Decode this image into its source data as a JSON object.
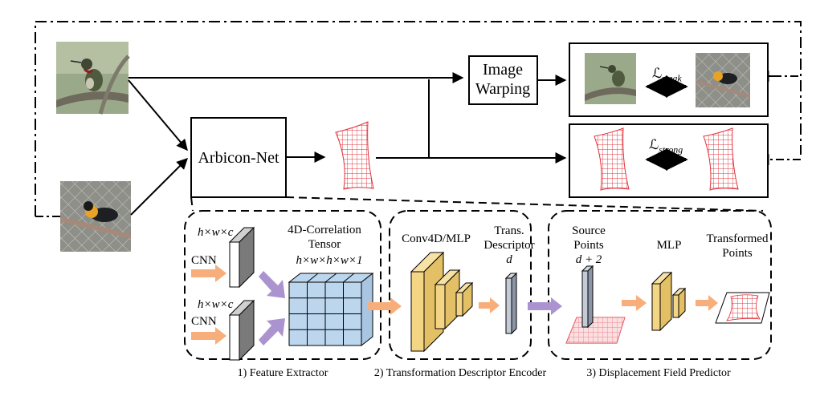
{
  "diagram": {
    "top_nodes": {
      "arbicon_net": "Arbicon-Net",
      "image_warping_line1": "Image",
      "image_warping_line2": "Warping"
    },
    "losses": {
      "weak_symbol": "ℒ",
      "weak_sub": "weak",
      "strong_symbol": "ℒ",
      "strong_sub": "strong"
    },
    "feature_extractor": {
      "dims_top": "h×w×c",
      "dims_bottom": "h×w×c",
      "cnn_top": "CNN",
      "cnn_bottom": "CNN",
      "tensor_title_line1": "4D-Correlation",
      "tensor_title_line2": "Tensor",
      "tensor_dims": "h×w×h×w×1",
      "caption": "1) Feature Extractor"
    },
    "descriptor_encoder": {
      "conv_label": "Conv4D/MLP",
      "trans_line1": "Trans.",
      "trans_line2": "Descriptor",
      "trans_symbol": "d",
      "caption": "2) Transformation Descriptor Encoder"
    },
    "displacement_predictor": {
      "source_line1": "Source",
      "source_line2": "Points",
      "source_dims": "d + 2",
      "mlp_label": "MLP",
      "transformed_line1": "Transformed",
      "transformed_line2": "Points",
      "caption": "3) Displacement Field Predictor"
    }
  },
  "colors": {
    "arrow_orange": "#f7ae7a",
    "arrow_purple": "#ab93d0",
    "block_yellow": "#f3d583",
    "tensor_blue": "#bcd6ee",
    "grid_red": "#e0303a",
    "bird_bg_green": "#9aa989",
    "bird_bg_gray": "#8d8f88"
  }
}
